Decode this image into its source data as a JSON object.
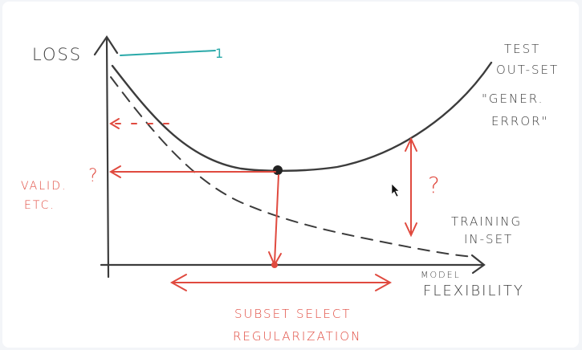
{
  "labels": {
    "y_axis": "LOSS",
    "x_axis_top": "MODEL",
    "x_axis_bottom": "FLEXIBILITY",
    "test_line1": "TEST",
    "test_line2": "OUT-SET",
    "gen_line1": "\"GENER.",
    "gen_line2": "ERROR\"",
    "training_line1": "TRAINING",
    "training_line2": "IN-SET",
    "valid_line1": "VALID.",
    "valid_line2": "ETC.",
    "question_left": "?",
    "question_right": "?",
    "subset_line1": "SUBSET SELECT",
    "subset_line2": "REGULARIZATION",
    "teal_mark": "1"
  },
  "colors": {
    "ink": "#3c3c3c",
    "red": "#e04a3f",
    "teal": "#2aa9a9",
    "background": "#ffffff"
  },
  "icons": {
    "cursor": "mouse-pointer-icon"
  }
}
